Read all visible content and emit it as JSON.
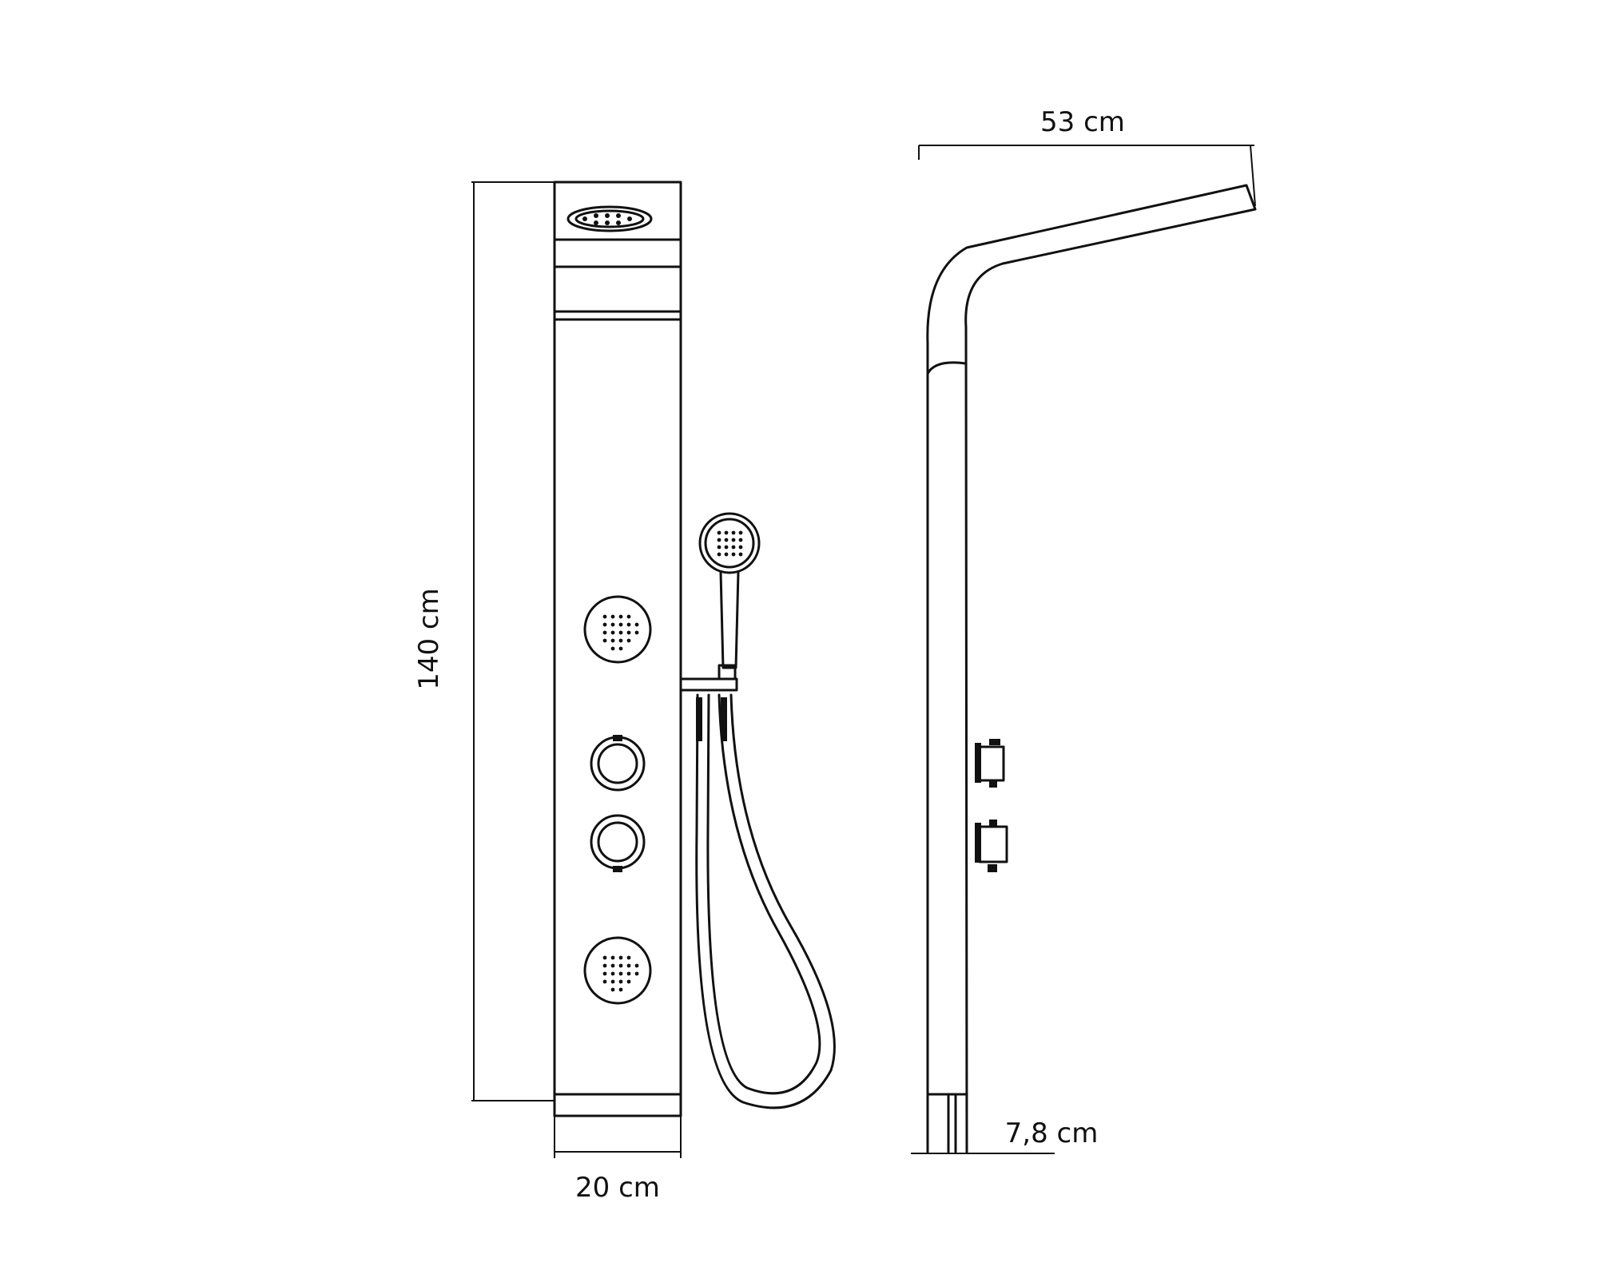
{
  "dimensions": {
    "height": "140 cm",
    "front_width": "20 cm",
    "arm_reach": "53 cm",
    "depth": "7,8 cm"
  },
  "icons": [
    "rain-showerhead-icon",
    "body-jet-icon",
    "control-knob-icon",
    "hand-shower-icon",
    "hose-icon"
  ]
}
